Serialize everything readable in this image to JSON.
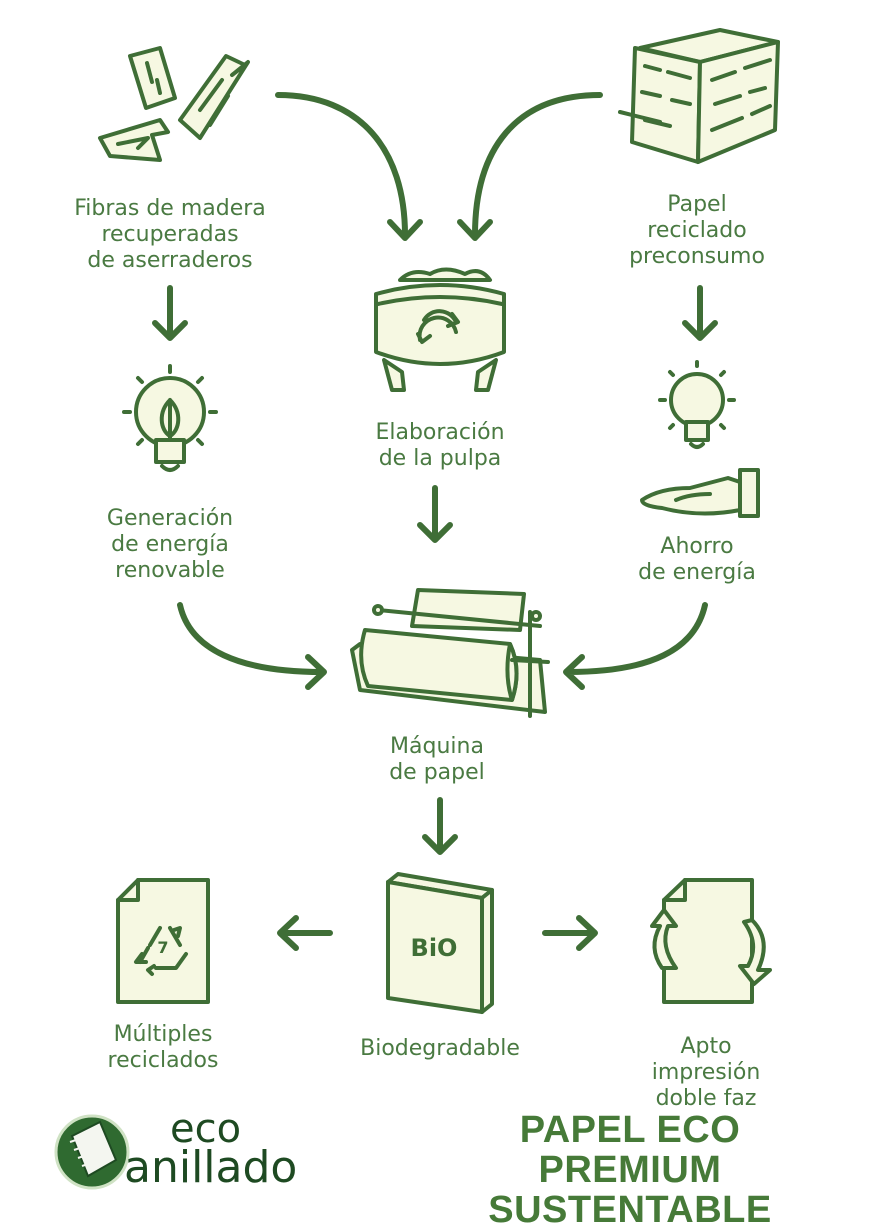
{
  "diagram": {
    "title": "PAPEL ECO PREMIUM\nSUSTENTABLE",
    "brand": {
      "line1": "eco",
      "line2": "anillado",
      "logo_icon": "notebook-icon"
    },
    "colors": {
      "ink": "#3f6e36",
      "label": "#4a7a42",
      "fill": "#f6f8e2",
      "title": "#467a38",
      "brand": "#1e4a22"
    },
    "nodes": [
      {
        "id": "fibras",
        "label": "Fibras de madera\nrecuperadas\nde aserraderos",
        "icon": "wood-fibers-icon"
      },
      {
        "id": "papel_reciclado",
        "label": "Papel\nreciclado\npreconsumo",
        "icon": "paper-stack-icon"
      },
      {
        "id": "energia_renovable",
        "label": "Generación\nde energía\nrenovable",
        "icon": "leaf-bulb-icon"
      },
      {
        "id": "pulpa",
        "label": "Elaboración\nde la pulpa",
        "icon": "pulp-tank-icon"
      },
      {
        "id": "ahorro",
        "label": "Ahorro\nde energía",
        "icon": "bulb-hand-icon"
      },
      {
        "id": "maquina",
        "label": "Máquina\nde papel",
        "icon": "paper-machine-icon"
      },
      {
        "id": "reciclados",
        "label": "Múltiples\nreciclados",
        "icon": "recycle-7-document-icon"
      },
      {
        "id": "bio",
        "label": "Biodegradable",
        "icon": "bio-box-icon",
        "badge": "BiO"
      },
      {
        "id": "doble_faz",
        "label": "Apto impresión\ndoble faz",
        "icon": "double-sided-document-icon"
      }
    ],
    "edges": [
      {
        "from": "fibras",
        "to": "pulpa"
      },
      {
        "from": "papel_reciclado",
        "to": "pulpa"
      },
      {
        "from": "fibras",
        "to": "energia_renovable"
      },
      {
        "from": "papel_reciclado",
        "to": "ahorro"
      },
      {
        "from": "pulpa",
        "to": "maquina"
      },
      {
        "from": "energia_renovable",
        "to": "maquina"
      },
      {
        "from": "ahorro",
        "to": "maquina"
      },
      {
        "from": "maquina",
        "to": "bio"
      },
      {
        "from": "bio",
        "to": "reciclados"
      },
      {
        "from": "bio",
        "to": "doble_faz"
      }
    ],
    "recycle_number": "7"
  }
}
